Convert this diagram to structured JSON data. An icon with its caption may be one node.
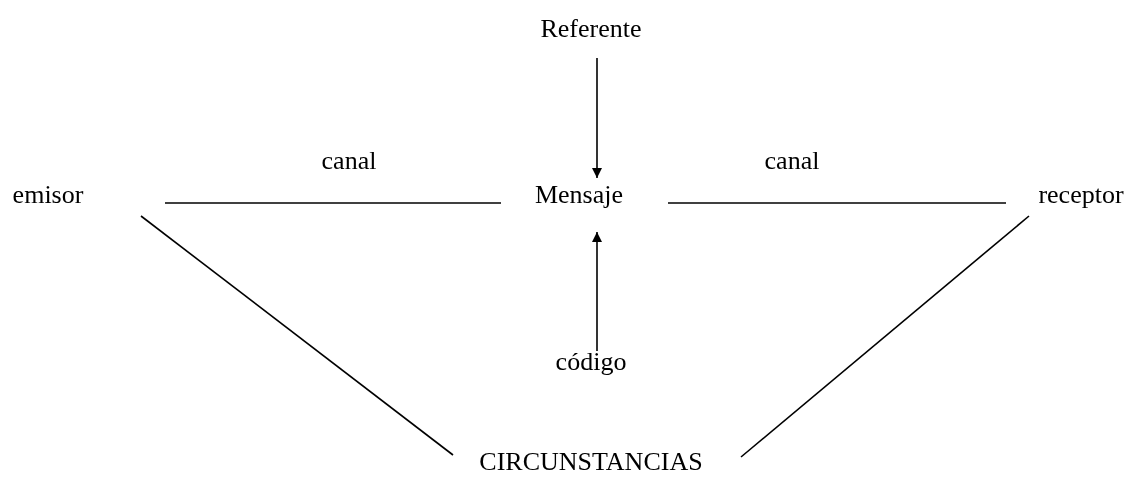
{
  "diagram": {
    "nodes": [
      {
        "text": [
          "Referente"
        ]
      },
      {
        "text": [
          "emisor"
        ]
      },
      {
        "text": [
          "Mensaje"
        ]
      },
      {
        "text": [
          "receptor"
        ]
      },
      {
        "text": [
          "código"
        ]
      },
      {
        "text": [
          "CIRCUNSTANCIAS"
        ]
      }
    ],
    "edges": [
      {
        "from": 0,
        "to": 2,
        "arrow": "to"
      },
      {
        "from": 1,
        "to": 2,
        "arrow": "none",
        "label": "canal"
      },
      {
        "from": 2,
        "to": 3,
        "arrow": "none",
        "label": "canal"
      },
      {
        "from": 4,
        "to": 2,
        "arrow": "to"
      },
      {
        "from": 1,
        "to": 5,
        "arrow": "none"
      },
      {
        "from": 3,
        "to": 5,
        "arrow": "none"
      }
    ]
  }
}
